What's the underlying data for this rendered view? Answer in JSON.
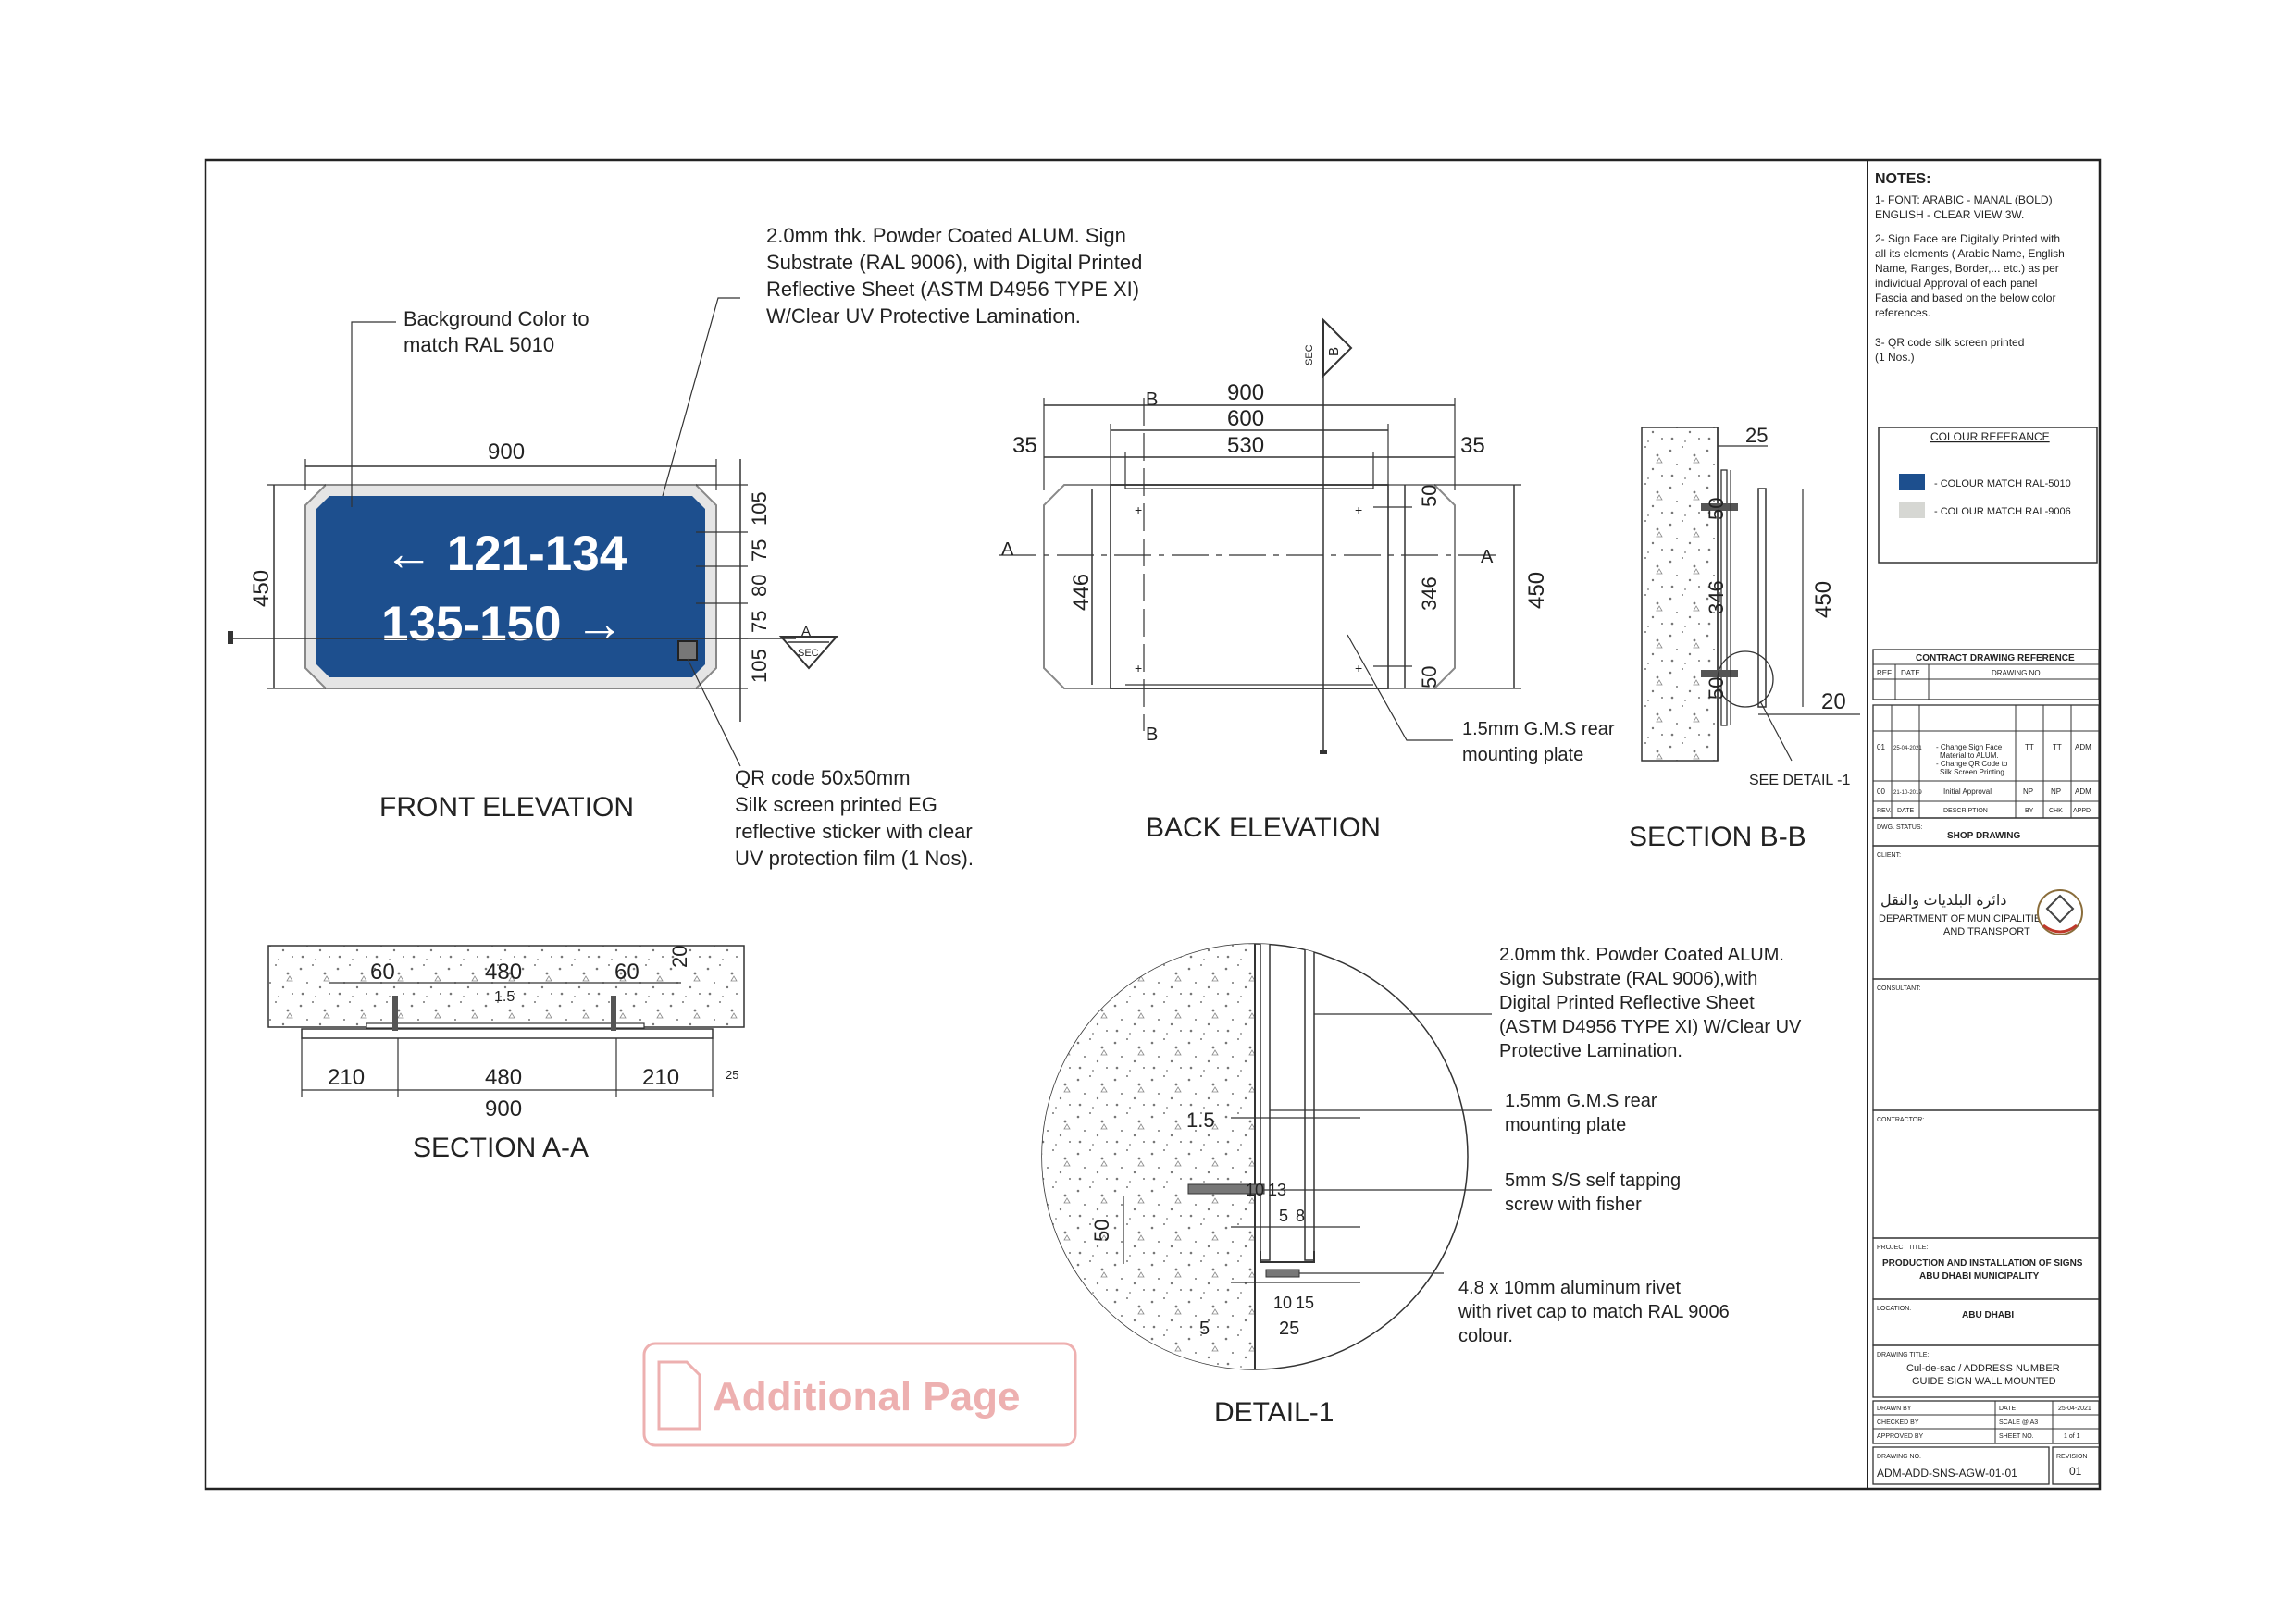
{
  "notes": {
    "title": "NOTES:",
    "n1a": "1- FONT: ARABIC - MANAL (BOLD)",
    "n1b": "ENGLISH - CLEAR VIEW 3W.",
    "n2a": "2- Sign Face are Digitally Printed with",
    "n2b": "all its elements ( Arabic Name, English",
    "n2c": "Name, Ranges, Border,... etc.) as per",
    "n2d": "individual Approval of each panel",
    "n2e": "Fascia and based on the below color",
    "n2f": "references.",
    "n3a": "3- QR code silk screen printed",
    "n3b": "(1 Nos.)"
  },
  "colour_reference": {
    "title": "COLOUR REFERANCE",
    "items": [
      {
        "label": "- COLOUR MATCH RAL-5010",
        "color": "#1d4f8e"
      },
      {
        "label": "- COLOUR MATCH RAL-9006",
        "color": "#d6d7d3"
      }
    ]
  },
  "contract_ref": {
    "title": "CONTRACT DRAWING REFERENCE",
    "h1": "REF.",
    "h2": "DATE",
    "h3": "DRAWING NO."
  },
  "revisions": {
    "headers": [
      "REV.",
      "DATE",
      "DESCRIPTION",
      "BY",
      "CHK",
      "APPD"
    ],
    "rows": [
      {
        "rev": "01",
        "date": "25-04-2021",
        "d1": "- Change Sign Face",
        "d2": "Material to ALUM.",
        "d3": "- Change QR Code to",
        "d4": "Silk Screen Printing",
        "by": "TT",
        "chk": "TT",
        "appd": "ADM"
      },
      {
        "rev": "00",
        "date": "21-10-2019",
        "d1": "Initial Approval",
        "by": "NP",
        "chk": "NP",
        "appd": "ADM"
      }
    ]
  },
  "dwg_status": {
    "label": "DWG. STATUS:",
    "value": "SHOP DRAWING"
  },
  "client": {
    "label": "CLIENT:",
    "arabic": "دائرة البلديات والنقل",
    "line1": "DEPARTMENT OF MUNICIPALITIES",
    "line2": "AND TRANSPORT"
  },
  "consultant": {
    "label": "CONSULTANT:"
  },
  "contractor": {
    "label": "CONTRACTOR:"
  },
  "project": {
    "label": "PROJECT TITLE:",
    "line1": "PRODUCTION AND INSTALLATION OF SIGNS",
    "line2": "ABU DHABI MUNICIPALITY"
  },
  "location": {
    "label": "LOCATION:",
    "value": "ABU DHABI"
  },
  "drawing_title": {
    "label": "DRAWING TITLE:",
    "line1": "Cul-de-sac / ADDRESS NUMBER",
    "line2": "GUIDE SIGN WALL MOUNTED"
  },
  "drawn": {
    "drawn_by": "DRAWN BY",
    "date_label": "DATE",
    "date_value": "25-04-2021",
    "checked_by": "CHECKED BY",
    "scale_label": "SCALE @ A3",
    "approved_by": "APPROVED BY",
    "sheet_label": "SHEET NO.",
    "sheet_value": "1 of 1"
  },
  "drawing_no": {
    "label": "DRAWING NO.",
    "value": "ADM-ADD-SNS-AGW-01-01",
    "rev_label": "REVISION",
    "rev_value": "01"
  },
  "front": {
    "title": "FRONT ELEVATION",
    "sign_line1": "← 121-134",
    "sign_line2": "135-150 →",
    "dim_width": "900",
    "dim_height": "450",
    "dims_right": [
      "105",
      "75",
      "80",
      "75",
      "105"
    ],
    "bg_note1": "Background Color to",
    "bg_note2": "match RAL 5010",
    "sub_note1": "2.0mm thk. Powder Coated ALUM.  Sign",
    "sub_note2": "Substrate (RAL 9006), with Digital Printed",
    "sub_note3": "Reflective Sheet (ASTM D4956 TYPE XI)",
    "sub_note4": "W/Clear UV Protective Lamination.",
    "qr_note1": "QR code 50x50mm",
    "qr_note2": "Silk screen printed EG",
    "qr_note3": "reflective sticker with clear",
    "qr_note4": "UV protection film (1 Nos).",
    "sec_letter": "A",
    "sec_tag": "SEC"
  },
  "back": {
    "title": "BACK ELEVATION",
    "d900": "900",
    "d600": "600",
    "d530": "530",
    "d35a": "35",
    "d35b": "35",
    "d446": "446",
    "d50a": "50",
    "d346": "346",
    "d50b": "50",
    "d450": "450",
    "mount_note1": "1.5mm G.M.S rear",
    "mount_note2": "mounting plate",
    "cut_a": "A",
    "cut_b": "B",
    "sec_letter": "B",
    "sec_tag": "SEC"
  },
  "section_bb": {
    "title": "SECTION B-B",
    "d25": "25",
    "d50a": "50",
    "d346": "346",
    "d50b": "50",
    "d450": "450",
    "d20": "20",
    "see_detail": "SEE DETAIL -1"
  },
  "section_aa": {
    "title": "SECTION A-A",
    "d60a": "60",
    "d480a": "480",
    "d60b": "60",
    "d20": "20",
    "d15": "1.5",
    "d210a": "210",
    "d480b": "480",
    "d210b": "210",
    "d900": "900",
    "d25": "25"
  },
  "detail1": {
    "title": "DETAIL-1",
    "n1a": "2.0mm thk. Powder Coated ALUM.",
    "n1b": "Sign Substrate (RAL 9006),with",
    "n1c": "Digital Printed Reflective Sheet",
    "n1d": "(ASTM D4956 TYPE XI) W/Clear UV",
    "n1e": "Protective Lamination.",
    "n2a": "1.5mm G.M.S rear",
    "n2b": "mounting plate",
    "n3a": "5mm S/S self tapping",
    "n3b": "screw with fisher",
    "n4a": "4.8 x 10mm aluminum rivet",
    "n4b": "with rivet cap to match RAL 9006",
    "n4c": "colour.",
    "d15": "1.5",
    "d50": "50",
    "d10": "10",
    "d13": "13",
    "d5": "5",
    "d8": "8",
    "d10b": "10",
    "d15b": "15",
    "d5b": "5",
    "d25": "25"
  },
  "stamp": {
    "label": "Additional  Page"
  }
}
